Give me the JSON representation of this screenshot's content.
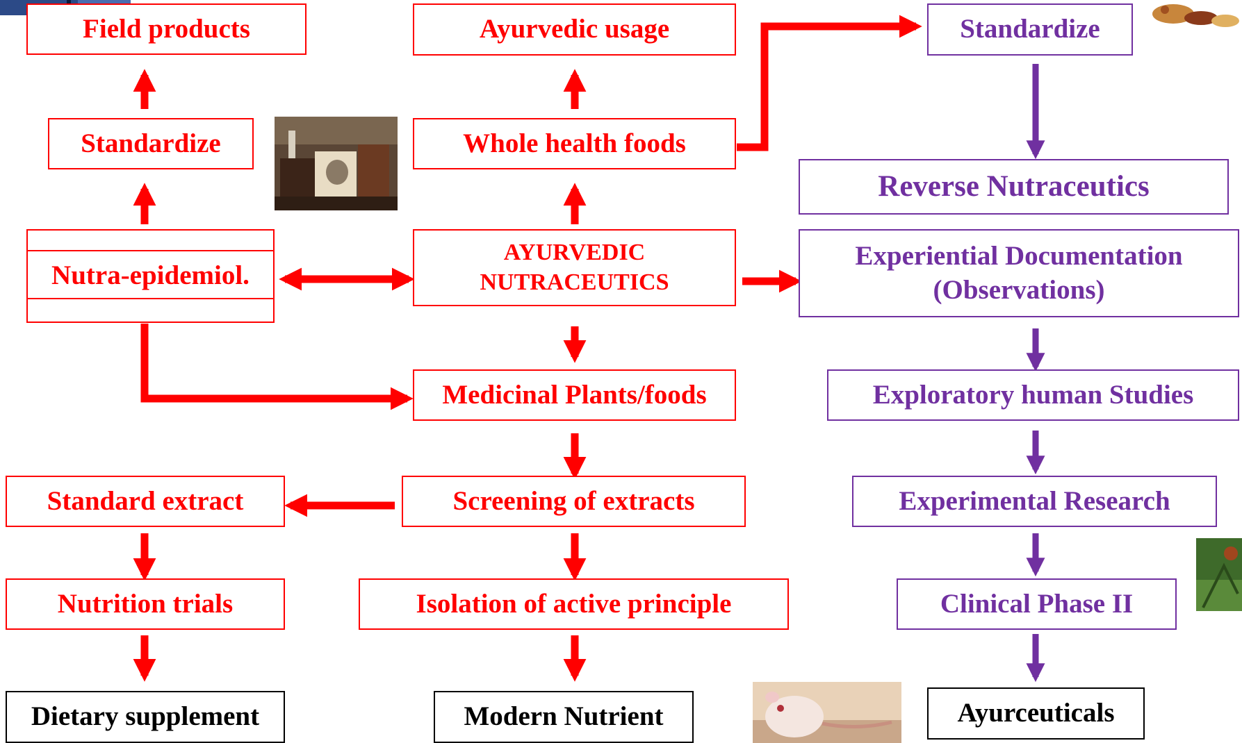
{
  "boxes": {
    "field_products": "Field products",
    "standardize_left": "Standardize",
    "nutra_epidemiol": "Nutra-epidemiol.",
    "ayurvedic_usage": "Ayurvedic usage",
    "whole_health_foods": "Whole health foods",
    "ayurvedic_nutraceutics_line1": "AYURVEDIC",
    "ayurvedic_nutraceutics_line2": "NUTRACEUTICS",
    "medicinal_plants": "Medicinal Plants/foods",
    "screening": "Screening of extracts",
    "isolation": "Isolation of active principle",
    "modern_nutrient": "Modern Nutrient",
    "standard_extract": "Standard extract",
    "nutrition_trials": "Nutrition trials",
    "dietary_supplement": "Dietary supplement",
    "standardize_right": "Standardize",
    "reverse_nutraceutics": "Reverse Nutraceutics",
    "experiential_line1": "Experiential Documentation",
    "experiential_line2": "(Observations)",
    "exploratory": "Exploratory human Studies",
    "experimental": "Experimental Research",
    "clinical_phase": "Clinical Phase II",
    "ayurceuticals": "Ayurceuticals"
  },
  "colors": {
    "traditional_flow": "#ff0000",
    "reverse_flow": "#7030a0",
    "end_products": "#000000"
  },
  "images": {
    "corner_top_left": "blue-corner-graphic",
    "books": "old-books-photo",
    "spices": "spices-photo",
    "plant": "green-plant-photo",
    "rat": "lab-rat-photo"
  }
}
